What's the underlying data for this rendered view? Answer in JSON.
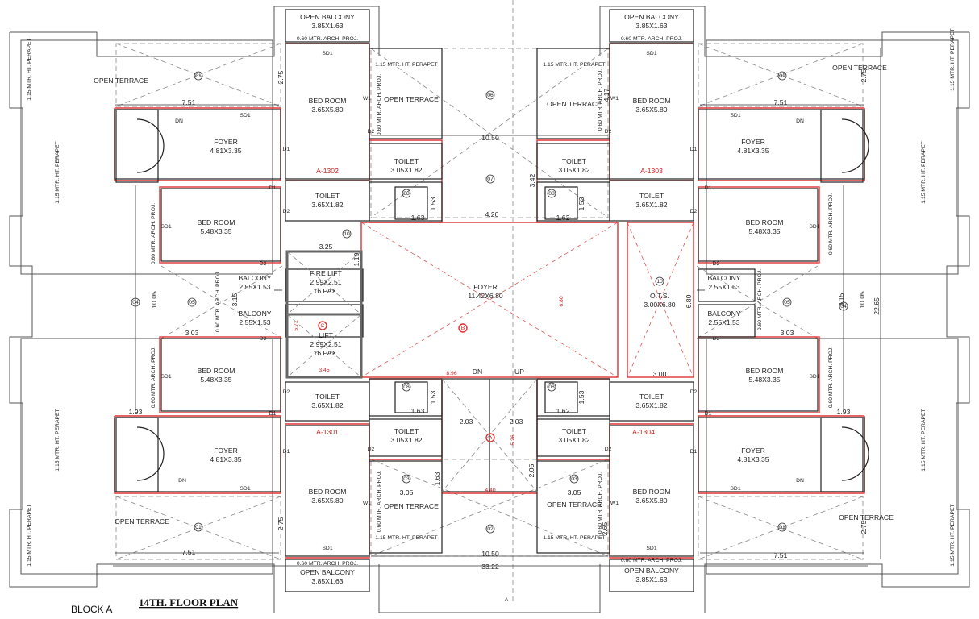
{
  "drawing": {
    "block": "BLOCK A",
    "title": "14TH. FLOOR PLAN"
  },
  "units": {
    "u1302": "A-1302",
    "u1303": "A-1303",
    "u1301": "A-1301",
    "u1304": "A-1304"
  },
  "rooms": {
    "open_balcony": "OPEN BALCONY",
    "open_balcony_dim": "3.85X1.63",
    "arch_proj": "0.60 MTR. ARCH. PROJ.",
    "perapet": "1.15 MTR. HT. PERAPET",
    "open_terrace": "OPEN TERRACE",
    "bed_room": "BED ROOM",
    "bed_small_dim": "3.65X5.80",
    "bed_large_dim": "5.48X3.35",
    "foyer": "FOYER",
    "foyer_dim": "4.81X3.35",
    "toilet": "TOILET",
    "toilet_a_dim": "3.05X1.82",
    "toilet_b_dim": "3.65X1.82",
    "balcony": "BALCONY",
    "balcony_dim": "2.55X1.53",
    "fire_lift": "FIRE LIFT",
    "lift": "LIFT",
    "lift_dim": "2.99X2.51",
    "lift_pax": "16 PAX.",
    "main_foyer": "FOYER",
    "main_foyer_dim": "11.42X6.80",
    "ots": "O.T.S.",
    "ots_dim": "3.00X6.80",
    "dn": "DN",
    "up": "UP"
  },
  "tags": {
    "sd1": "SD1",
    "d1": "D1",
    "d2": "D2",
    "w1": "W1"
  },
  "dimensions": {
    "d751": "7.51",
    "d275": "2.75",
    "d1050": "10.50",
    "d342": "3.42",
    "d420": "4.20",
    "d153": "1.53",
    "d163": "1.63",
    "d162": "1.62",
    "d325": "3.25",
    "d119": "1.19",
    "d1005": "10.05",
    "d2265": "22.65",
    "d315": "3.15",
    "d303": "3.03",
    "d571": "5.71",
    "d345": "3.45",
    "d680": "6.80",
    "d300": "3.00",
    "d896": "8.96",
    "d203": "2.03",
    "d526": "5.26",
    "d205": "2.05",
    "d440": "4.40",
    "d305": "3.05",
    "d265": "2.65",
    "d193": "1.93",
    "d3322": "33.22",
    "d417": "4.17"
  },
  "markers": {
    "m01": "01",
    "m02": "02",
    "m03": "03",
    "m04": "04",
    "m05": "05",
    "m06": "06",
    "m07": "07",
    "m08": "08",
    "m10": "10",
    "mA": "A",
    "mB": "B",
    "mC": "C"
  }
}
